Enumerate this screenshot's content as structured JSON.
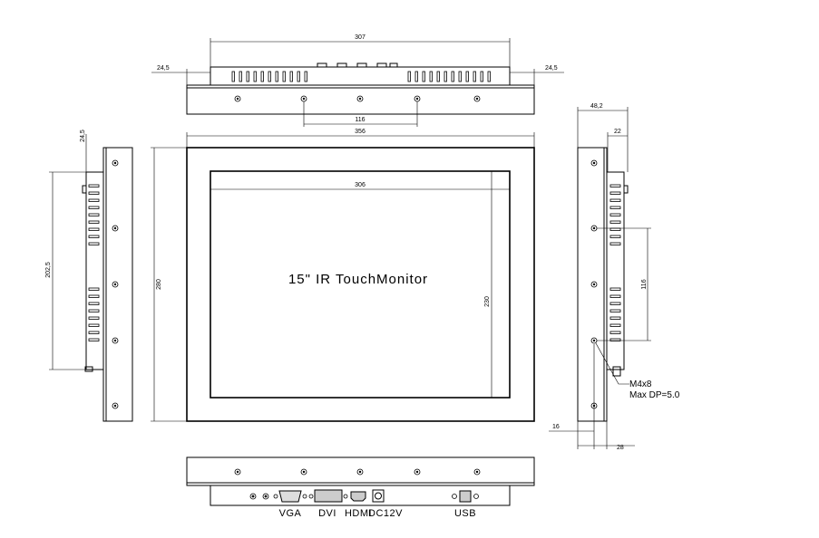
{
  "title": "15\" IR TouchMonitor",
  "dimensions": {
    "top_width": "307",
    "top_offset_left": "24,5",
    "top_offset_right": "24,5",
    "top_holes": "116",
    "front_width": "356",
    "front_height": "280",
    "screen_width": "306",
    "screen_height": "230",
    "left_offset": "24,5",
    "left_height": "202,5",
    "right_depth": "48,2",
    "right_depth2": "22",
    "right_holes": "116",
    "right_bottom_1": "16",
    "right_bottom_2": "28"
  },
  "screw_note": [
    "M4x8",
    "Max DP=5.0"
  ],
  "ports": [
    "VGA",
    "DVI",
    "HDMI",
    "DC12V",
    "USB"
  ]
}
